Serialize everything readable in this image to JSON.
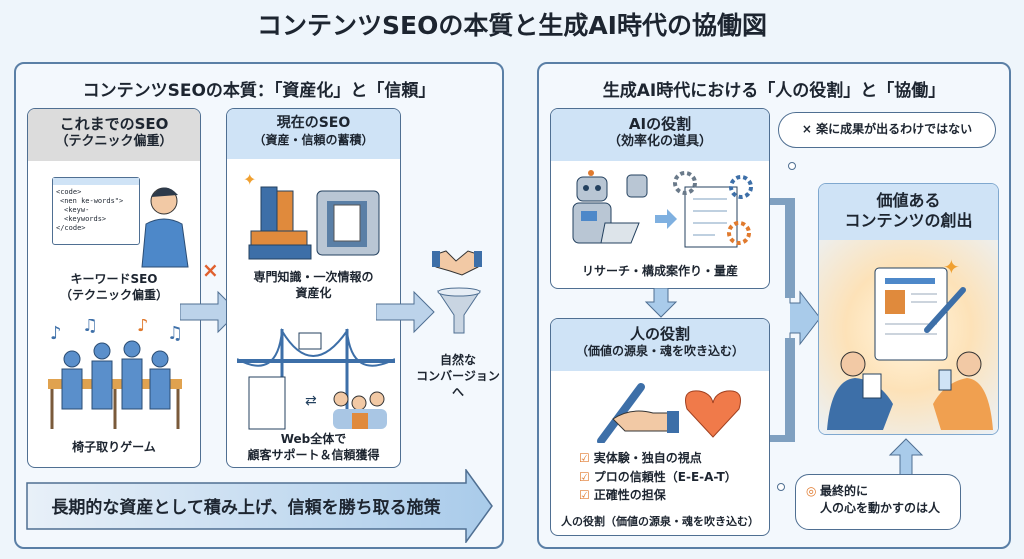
{
  "title": "コンテンツSEOの本質と生成AI時代の協働図",
  "left_panel": {
    "heading": "コンテンツSEOの本質：「資産化」と「信頼」",
    "old_seo": {
      "title": "これまでのSEO",
      "subtitle": "（テクニック偏重）",
      "code_lines": [
        "<code>",
        "<nen ke-words\">",
        "<keyw-",
        "...",
        "<keywords>",
        "</code>"
      ],
      "caption1": "キーワードSEO",
      "caption2": "（テクニック偏重）",
      "caption3": "椅子取りゲーム"
    },
    "current_seo": {
      "title": "現在のSEO",
      "subtitle": "（資産・信頼の蓄積）",
      "caption1a": "専門知識・一次情報の",
      "caption1b": "資産化",
      "caption2a": "Web全体で",
      "caption2b": "顧客サポート＆信頼獲得"
    },
    "conversion": {
      "line1": "自然な",
      "line2": "コンバージョン",
      "line3": "へ"
    },
    "bottom_arrow": "長期的な資産として積み上げ、信頼を勝ち取る施策",
    "cross_mark": "×"
  },
  "right_panel": {
    "heading": "生成AI時代における「人の役割」と「協働」",
    "ai_role": {
      "title": "AIの役割",
      "subtitle": "（効率化の道具）",
      "caption": "リサーチ・構成案作り・量産"
    },
    "human_role": {
      "title": "人の役割",
      "subtitle": "（価値の源泉・魂を吹き込む）",
      "checks": [
        "実体験・独自の視点",
        "プロの信頼性（E-E-A-T）",
        "正確性の担保"
      ],
      "footer": "人の役割（価値の源泉・魂を吹き込む）"
    },
    "thought_bubble": "× 楽に成果が出るわけではない",
    "value": {
      "title1": "価値ある",
      "title2": "コンテンツの創出"
    },
    "final_bubble": {
      "mark": "◎",
      "line1": "最終的に",
      "line2": "人の心を動かすのは人"
    }
  },
  "colors": {
    "accent_blue": "#cfe3f6",
    "orange": "#e07a2e",
    "border": "#4f6f92"
  }
}
